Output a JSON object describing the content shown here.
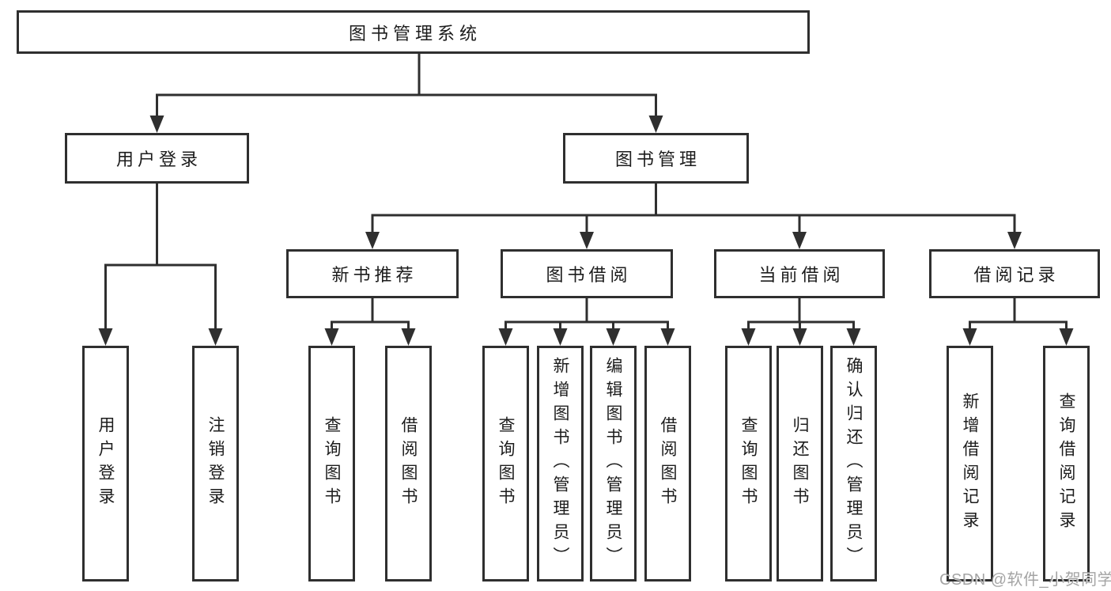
{
  "tree": {
    "root": {
      "label": "图书管理系统",
      "children": [
        {
          "label": "用户登录",
          "children": [
            {
              "label": "用户登录"
            },
            {
              "label": "注销登录"
            }
          ]
        },
        {
          "label": "图书管理",
          "children": [
            {
              "label": "新书推荐",
              "children": [
                {
                  "label": "查询图书"
                },
                {
                  "label": "借阅图书"
                }
              ]
            },
            {
              "label": "图书借阅",
              "children": [
                {
                  "label": "查询图书"
                },
                {
                  "label": "新增图书（管理员）"
                },
                {
                  "label": "编辑图书（管理员）"
                },
                {
                  "label": "借阅图书"
                }
              ]
            },
            {
              "label": "当前借阅",
              "children": [
                {
                  "label": "查询图书"
                },
                {
                  "label": "归还图书"
                },
                {
                  "label": "确认归还（管理员）"
                }
              ]
            },
            {
              "label": "借阅记录",
              "children": [
                {
                  "label": "新增借阅记录"
                },
                {
                  "label": "查询借阅记录"
                }
              ]
            }
          ]
        }
      ]
    }
  },
  "watermark": {
    "text": "CSDN @软件_小贺同学"
  },
  "colors": {
    "line": "#2f2f2f",
    "box_border": "#2f2f2f",
    "box_background": "#ffffff",
    "text": "#1c1c1c",
    "watermark": "#949494",
    "page_background": "#ffffff"
  }
}
